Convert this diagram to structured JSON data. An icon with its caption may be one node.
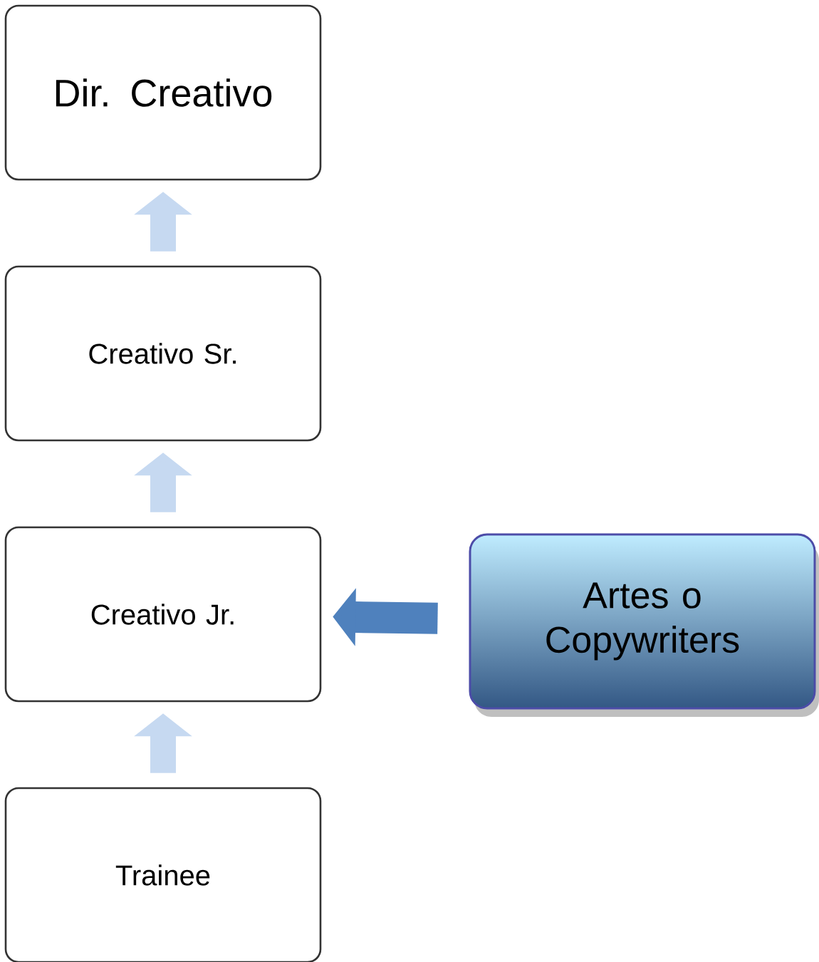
{
  "diagram": {
    "nodes": [
      {
        "text": [
          "Dir. Creativo"
        ]
      },
      {
        "text": [
          "Creativo Sr."
        ]
      },
      {
        "text": [
          "Creativo Jr."
        ]
      },
      {
        "text": [
          "Artes o Copywriters"
        ]
      },
      {
        "text": [
          "Trainee"
        ]
      }
    ],
    "edges": [
      {
        "from": 1,
        "to": 0,
        "arrow": "to"
      },
      {
        "from": 2,
        "to": 1,
        "arrow": "to"
      },
      {
        "from": 4,
        "to": 2,
        "arrow": "to"
      },
      {
        "from": 3,
        "to": 2,
        "arrow": "to",
        "color": "#4f81bd"
      }
    ]
  }
}
